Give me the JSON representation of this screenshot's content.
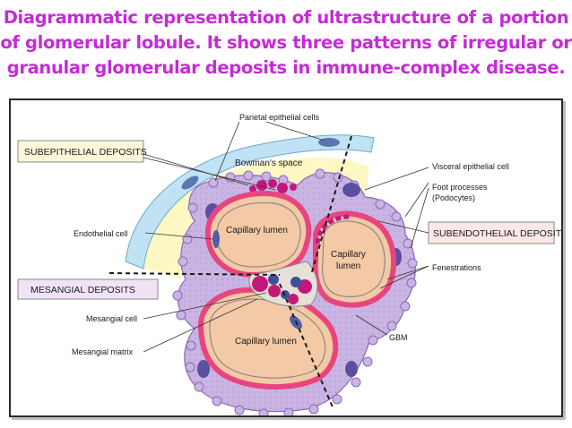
{
  "title": {
    "line1": "Diagrammatic representation of ultrastructure of a portion",
    "line2": "of glomerular lobule. It shows three patterns of irregular or",
    "line3": "granular glomerular deposits in immune-complex disease."
  },
  "diagram": {
    "boxes": {
      "subepithelial": "SUBEPITHELIAL DEPOSITS",
      "subendothelial": "SUBENDOTHELIAL DEPOSITS",
      "mesangial": "MESANGIAL DEPOSITS"
    },
    "labels": {
      "parietal_epithelial": "Parietal epithelial cells",
      "bowmans_space": "Bowman's space",
      "visceral_epithelial": "Visceral epithelial cell",
      "foot_processes_1": "Foot processes",
      "foot_processes_2": "(Podocytes)",
      "endothelial_cell": "Endothelial cell",
      "fenestrations": "Fenestrations",
      "mesangial_cell": "Mesangial cell",
      "mesangial_matrix": "Mesangial matrix",
      "gbm": "GBM",
      "capillary_lumen_1": "Capillary lumen",
      "capillary_lumen_2_a": "Capillary",
      "capillary_lumen_2_b": "lumen",
      "capillary_lumen_3": "Capillary lumen"
    },
    "colors": {
      "title": "#c52bd6",
      "subepithelial_box": "#fdf6d8",
      "subendothelial_box": "#fde7e7",
      "mesangial_box": "#f1e3f6",
      "gbm": "#e8457e",
      "podocyte": "#a07fc6",
      "lumen": "#f3c9a6",
      "bowmans_space": "#fdf7c4",
      "parietal": "#bfe3f4"
    }
  }
}
